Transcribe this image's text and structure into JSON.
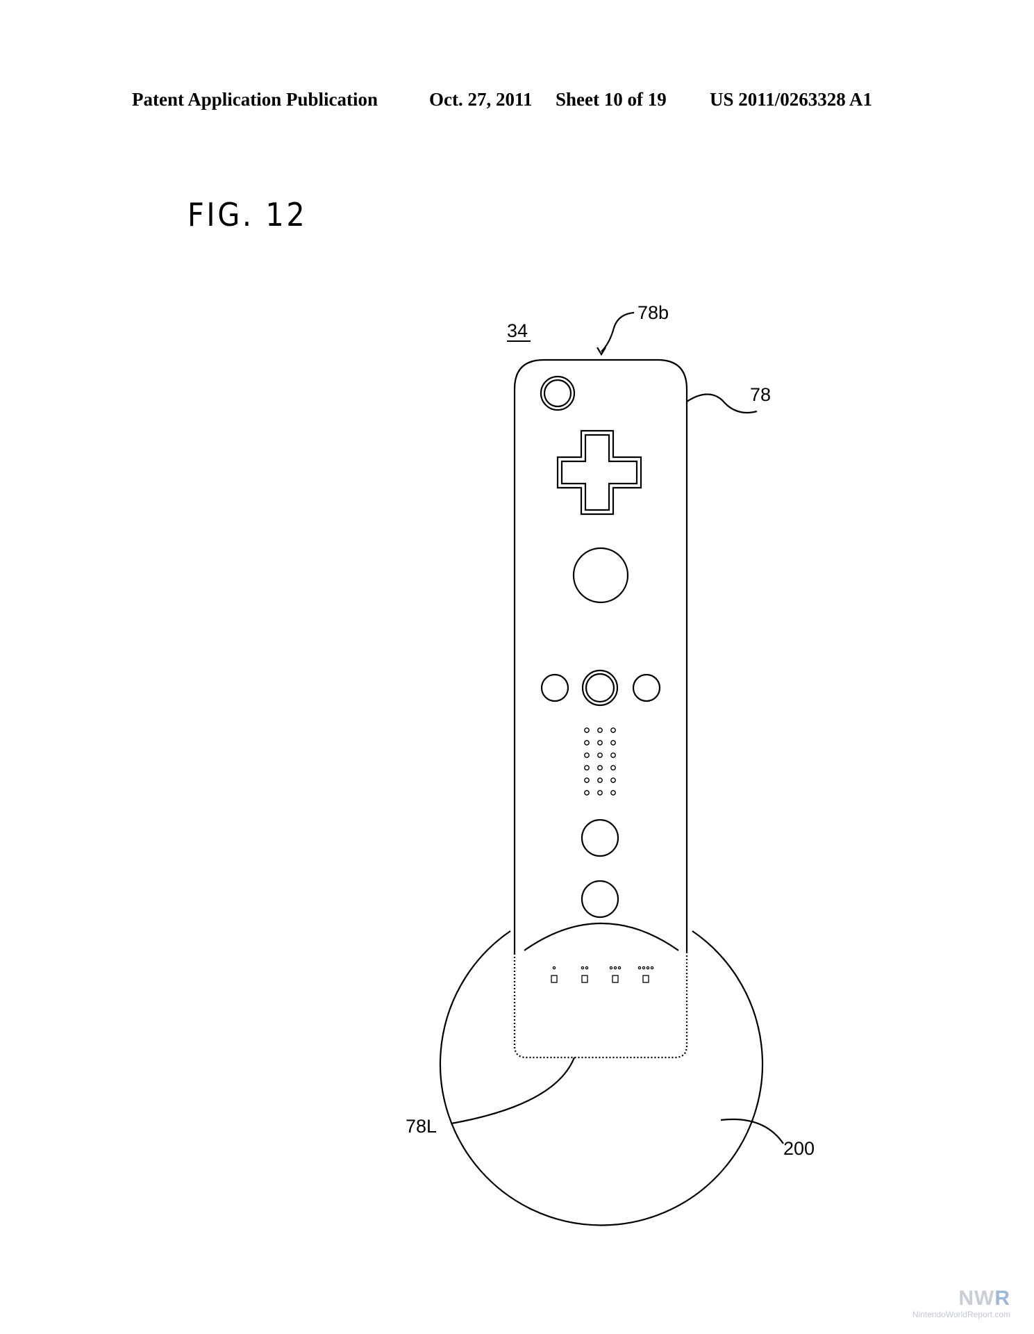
{
  "header": {
    "publication": "Patent Application Publication",
    "date": "Oct. 27, 2011",
    "sheet": "Sheet 10 of 19",
    "number": "US 2011/0263328 A1"
  },
  "figure": {
    "title": "FIG. 12"
  },
  "labels": {
    "controller": "34",
    "top_edge": "78b",
    "housing": "78",
    "bottom_portion": "78L",
    "stand": "200"
  },
  "watermark": {
    "logo_nw": "NW",
    "logo_r": "R",
    "site_a": "NintendoWorld",
    "site_b": "Report.com"
  },
  "colors": {
    "line": "#000000",
    "paper": "#ffffff",
    "watermark": "#c9ced6"
  }
}
